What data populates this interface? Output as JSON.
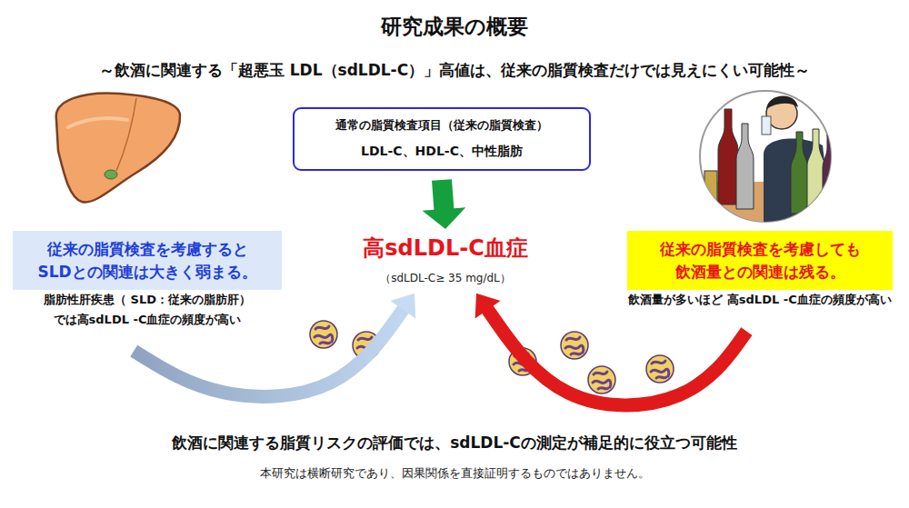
{
  "diagram": {
    "title": "研究成果の概要",
    "caption": "本研究は横断研究であり、因果関係を直接証明するものではありません。",
    "nodes": [
      {
        "text": [
          "通常の脂質検査項目（従来の脂質検査）",
          "LDL-C、HDL-C、中性脂肪"
        ]
      },
      {
        "text": [
          "高sdLDL-C血症",
          "（sdLDL-C≥ 35 mg/dL）"
        ]
      },
      {
        "text": [
          "脂肪性肝疾患（ SLD：従来の脂肪肝） では高sdLDL -C血症の頻度が高い",
          "従来の脂質検査を考慮すると SLDとの関連は大きく弱まる。"
        ]
      },
      {
        "text": [
          "飲酒量が多いほど 高sdLDL -C血症の頻度が高い",
          "従来の脂質検査を考慮しても 飲酒量との関連は残る。"
        ]
      }
    ],
    "edges": [
      {
        "from": 0,
        "to": 1,
        "arrow": "to"
      },
      {
        "from": 2,
        "to": 1,
        "arrow": "to"
      },
      {
        "from": 3,
        "to": 1,
        "arrow": "to"
      }
    ],
    "labels": [
      "～飲酒に関連する「超悪玉 LDL（sdLDL-C）」高値は、従来の脂質検査だけでは見えにくい可能性～",
      "飲酒に関連する脂質リスクの評価では、sdLDL-Cの測定が補足的に役立つ可能性"
    ]
  }
}
